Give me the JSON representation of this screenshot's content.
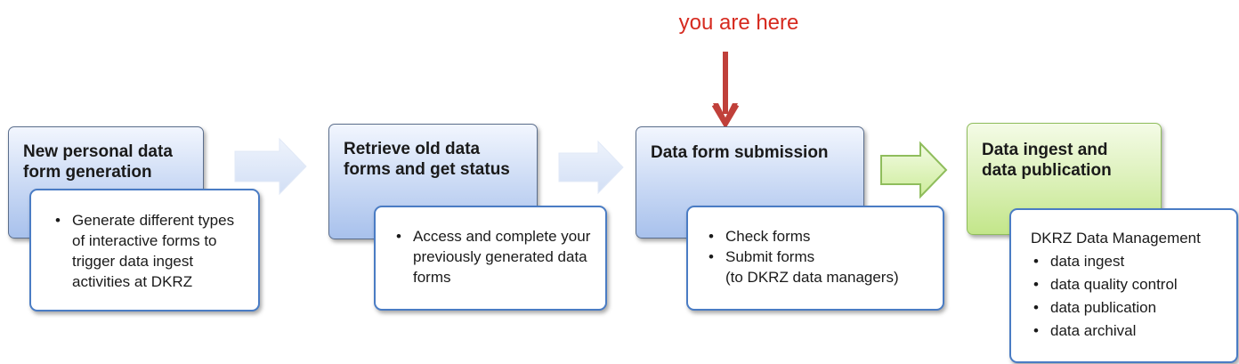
{
  "marker": {
    "label": "you are here",
    "color": "#d62a1f"
  },
  "steps": [
    {
      "title": "New personal data form generation",
      "title_lines": "New personal data\nform generation",
      "bullets": [
        "Generate different types of interactive forms to trigger data ingest activities at DKRZ"
      ]
    },
    {
      "title": "Retrieve old data forms and get status",
      "title_lines": "Retrieve old data\nforms and get status",
      "bullets": [
        "Access and complete your previously generated data forms"
      ]
    },
    {
      "title": "Data form submission",
      "title_lines": "Data form submission",
      "bullets": [
        "Check forms",
        "Submit forms"
      ],
      "bullet_note": "(to DKRZ data managers)"
    },
    {
      "title": "Data ingest and data publication",
      "title_lines": "Data ingest and\ndata publication",
      "heading": "DKRZ Data Management",
      "bullets": [
        "data ingest",
        "data quality control",
        "data publication",
        "data archival"
      ]
    }
  ],
  "colors": {
    "step_fill": "#c8d8f4",
    "step_border": "#5b6e8c",
    "detail_border": "#4a7cc4",
    "final_fill": "#c3e68a",
    "final_border": "#8fbd5c",
    "flow_arrow": "#dbe6f8",
    "final_arrow": "#d4f0a8"
  }
}
